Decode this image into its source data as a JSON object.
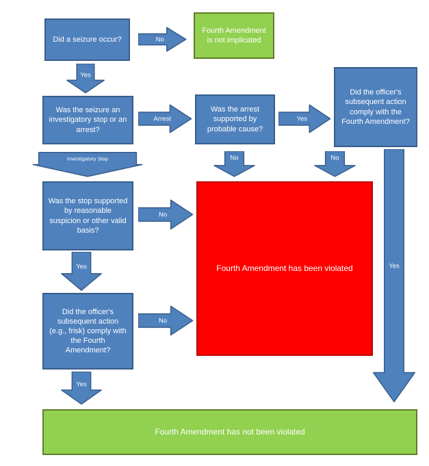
{
  "colors": {
    "node_blue": "#4f81bd",
    "node_blue_border": "#385d8a",
    "node_green": "#92d050",
    "node_green_border": "#5f7d2a",
    "node_red": "#ff0000",
    "node_red_border": "#c00000",
    "text": "#ffffff"
  },
  "nodes": {
    "seizure_occur": "Did a seizure occur?",
    "not_implicated": "Fourth Amendment is not implicated",
    "stop_or_arrest": "Was the seizure an investigatory stop or an arrest?",
    "probable_cause": "Was the arrest supported by probable cause?",
    "arrest_comply": "Did the officer's subsequent action comply with the Fourth Amendment?",
    "reasonable_suspicion": "Was the stop supported by reasonable suspicion or other valid basis?",
    "frisk_comply": "Did the officer's subsequent action (e.g., frisk) comply with the Fourth Amendment?",
    "violated": "Fourth Amendment has been violated",
    "not_violated": "Fourth Amendment has not been violated"
  },
  "edges": {
    "seizure_no": "No",
    "seizure_yes": "Yes",
    "arrest": "Arrest",
    "arrest_yes": "Yes",
    "investigatory_stop": "Investigatory Stop",
    "probable_cause_no": "No",
    "comply_no": "No",
    "stop_no": "No",
    "stop_yes": "Yes",
    "frisk_no": "No",
    "frisk_yes": "Yes",
    "comply_yes": "Yes"
  }
}
